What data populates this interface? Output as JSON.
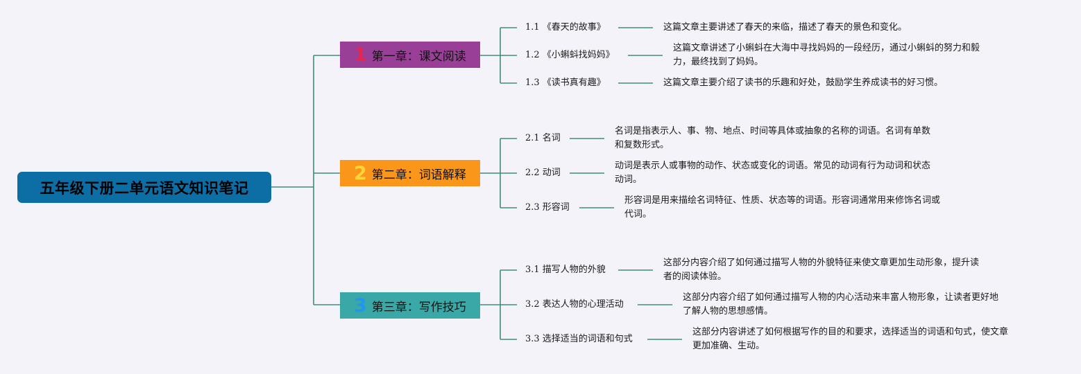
{
  "root": {
    "title": "五年级下册二单元语文知识笔记"
  },
  "chapters": [
    {
      "number": "1",
      "title": "第一章：课文阅读",
      "color": "#9a3f98",
      "items": [
        {
          "label": "1.1 《春天的故事》",
          "desc_lines": [
            "这篇文章主要讲述了春天的来临，描述了春天的景色和变化。"
          ]
        },
        {
          "label": "1.2 《小蝌蚪找妈妈》",
          "desc_lines": [
            "这篇文章讲述了小蝌蚪在大海中寻找妈妈的一段经历，通过小蝌蚪的努力和毅",
            "力，最终找到了妈妈。"
          ]
        },
        {
          "label": "1.3 《读书真有趣》",
          "desc_lines": [
            "这篇文章主要介绍了读书的乐趣和好处，鼓励学生养成读书的好习惯。"
          ]
        }
      ]
    },
    {
      "number": "2",
      "title": "第二章：词语解释",
      "color": "#fa961a",
      "items": [
        {
          "label": "2.1 名词",
          "desc_lines": [
            "名词是指表示人、事、物、地点、时间等具体或抽象的名称的词语。名词有单数",
            "和复数形式。"
          ]
        },
        {
          "label": "2.2 动词",
          "desc_lines": [
            "动词是表示人或事物的动作、状态或变化的词语。常见的动词有行为动词和状态",
            "动词。"
          ]
        },
        {
          "label": "2.3 形容词",
          "desc_lines": [
            "形容词是用来描绘名词特征、性质、状态等的词语。形容词通常用来修饰名词或",
            "代词。"
          ]
        }
      ]
    },
    {
      "number": "3",
      "title": "第三章：写作技巧",
      "color": "#3aa8a6",
      "items": [
        {
          "label": "3.1 描写人物的外貌",
          "desc_lines": [
            "这部分内容介绍了如何通过描写人物的外貌特征来使文章更加生动形象，提升读",
            "者的阅读体验。"
          ]
        },
        {
          "label": "3.2 表达人物的心理活动",
          "desc_lines": [
            "这部分内容介绍了如何通过描写人物的内心活动来丰富人物形象，让读者更好地",
            "了解人物的思想感情。"
          ]
        },
        {
          "label": "3.3 选择适当的词语和句式",
          "desc_lines": [
            "这部分内容讲述了如何根据写作的目的和要求，选择适当的词语和句式，使文章",
            "更加准确、生动。"
          ]
        }
      ]
    }
  ],
  "colors": {
    "connector": "#3d8c80",
    "root": "#0c6ea5"
  }
}
